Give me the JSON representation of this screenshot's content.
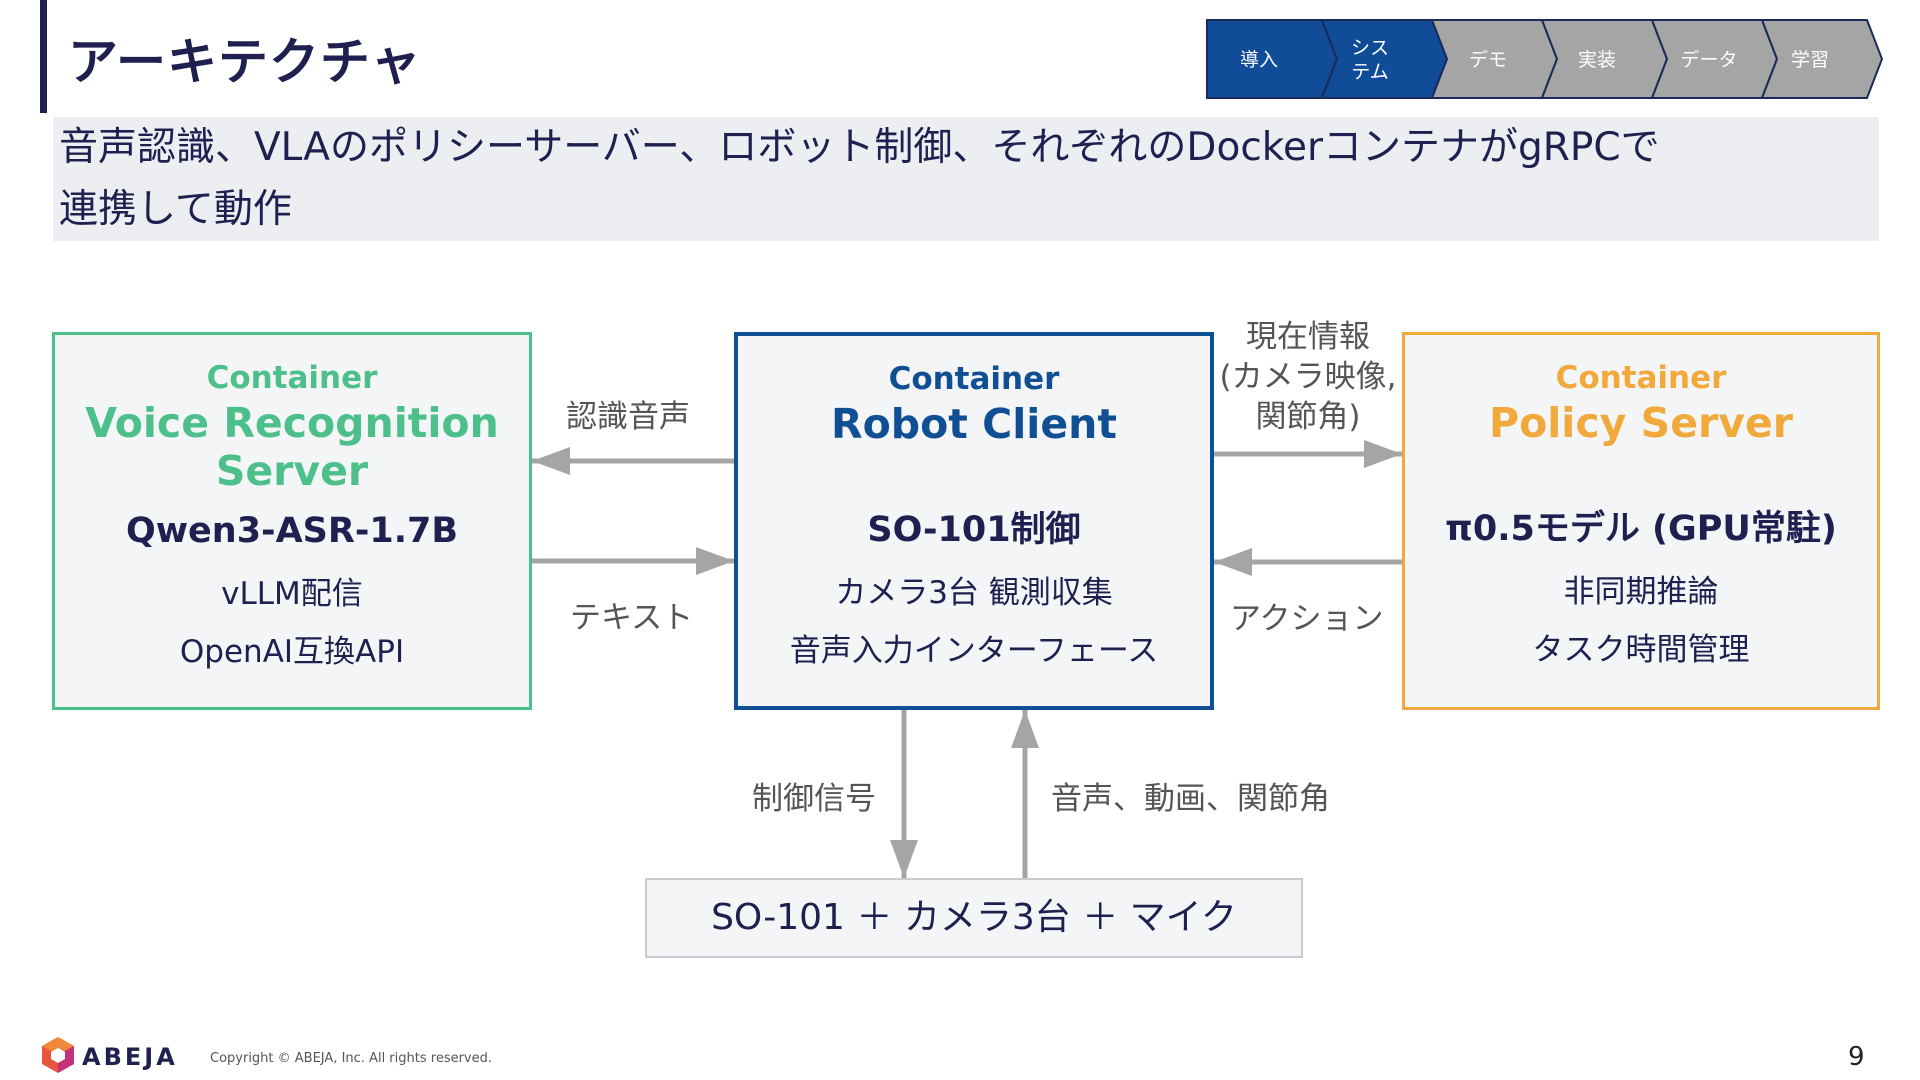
{
  "title": "アーキテクチャ",
  "subtitle": {
    "line1": "音声認識、VLAのポリシーサーバー、ロボット制御、それぞれのDockerコンテナがgRPCで",
    "line2": "連携して動作"
  },
  "nav": {
    "steps": [
      {
        "label": "導入",
        "state": "done",
        "color": "#104c97"
      },
      {
        "label_lines": [
          "シス",
          "テム"
        ],
        "state": "current",
        "color": "#104c97"
      },
      {
        "label": "デモ",
        "state": "upcoming",
        "color": "#a5a5a5"
      },
      {
        "label": "実装",
        "state": "upcoming",
        "color": "#a5a5a5"
      },
      {
        "label": "データ",
        "state": "upcoming",
        "color": "#a5a5a5"
      },
      {
        "label": "学習",
        "state": "upcoming",
        "color": "#a5a5a5"
      }
    ]
  },
  "containers": {
    "voice": {
      "tag": "Container",
      "name_line1": "Voice Recognition",
      "name_line2": "Server",
      "model": "Qwen3-ASR-1.7B",
      "line1": "vLLM配信",
      "line2": "OpenAI互換API",
      "color": "#4cbf8b"
    },
    "robot": {
      "tag": "Container",
      "name": "Robot Client",
      "main": "SO-101制御",
      "line1": "カメラ3台 観測収集",
      "line2": "音声入力インターフェース",
      "color": "#114f95"
    },
    "policy": {
      "tag": "Container",
      "name": "Policy Server",
      "main": "π0.5モデル (GPU常駐)",
      "line1": "非同期推論",
      "line2": "タスク時間管理",
      "color": "#f2a93b"
    }
  },
  "hardware": {
    "label": "SO-101 ＋ カメラ3台 ＋ マイク"
  },
  "arrows": {
    "recognize_audio": "認識音声",
    "text": "テキスト",
    "current_info": {
      "line1": "現在情報",
      "line2": "(カメラ映像,",
      "line3": "関節角)"
    },
    "action": "アクション",
    "control_signal": "制御信号",
    "sensor_feedback": "音声、動画、関節角"
  },
  "footer": {
    "logo": "ABEJA",
    "copyright": "Copyright © ABEJA, Inc. All rights reserved.",
    "page": "9"
  }
}
